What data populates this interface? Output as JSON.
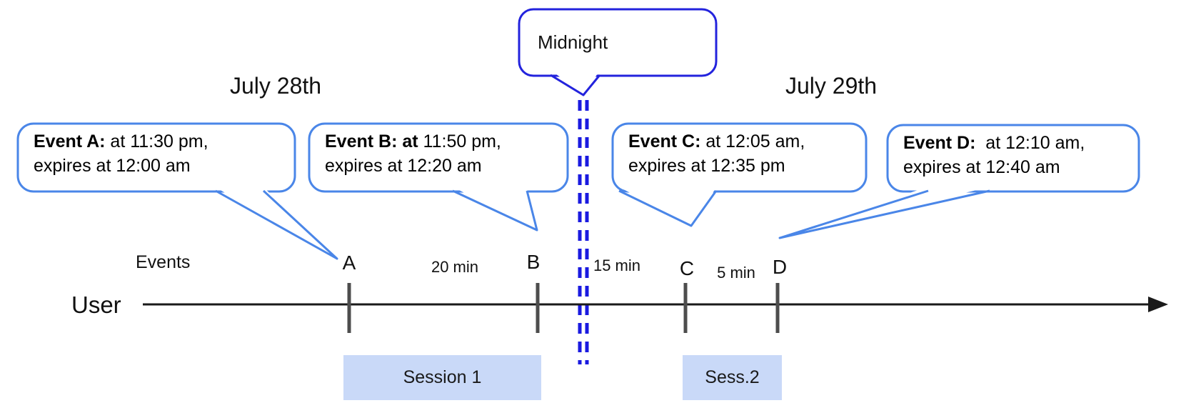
{
  "dates": {
    "left": "July 28th",
    "right": "July 29th"
  },
  "midnight_callout": {
    "label": "Midnight"
  },
  "event_callouts": [
    {
      "bold": "Event A:",
      "line1_rest": " at 11:30 pm,",
      "line2": "expires at 12:00 am"
    },
    {
      "bold": "Event B: at",
      "line1_rest": " 11:50 pm,",
      "line2": "expires at 12:20 am"
    },
    {
      "bold": "Event C:",
      "line1_rest": " at 12:05 am,",
      "line2": "expires at 12:35 pm"
    },
    {
      "bold": "Event D:",
      "line1_rest": "  at 12:10 am,",
      "line2": "expires at 12:40 am"
    }
  ],
  "timeline": {
    "axis_label": "Events",
    "user_label": "User",
    "tick_labels": [
      "A",
      "B",
      "C",
      "D"
    ],
    "interval_labels": [
      "20 min",
      "15 min",
      "5 min"
    ]
  },
  "sessions": [
    {
      "label": "Session 1"
    },
    {
      "label": "Sess.2"
    }
  ],
  "colors": {
    "event_bubble_border": "#4a86e8",
    "midnight_border": "#2323dd",
    "midnight_dash": "#1a1ae0",
    "session_fill": "#c9d9f8",
    "tick": "#4d4d4d",
    "axis": "#1a1a1a"
  }
}
